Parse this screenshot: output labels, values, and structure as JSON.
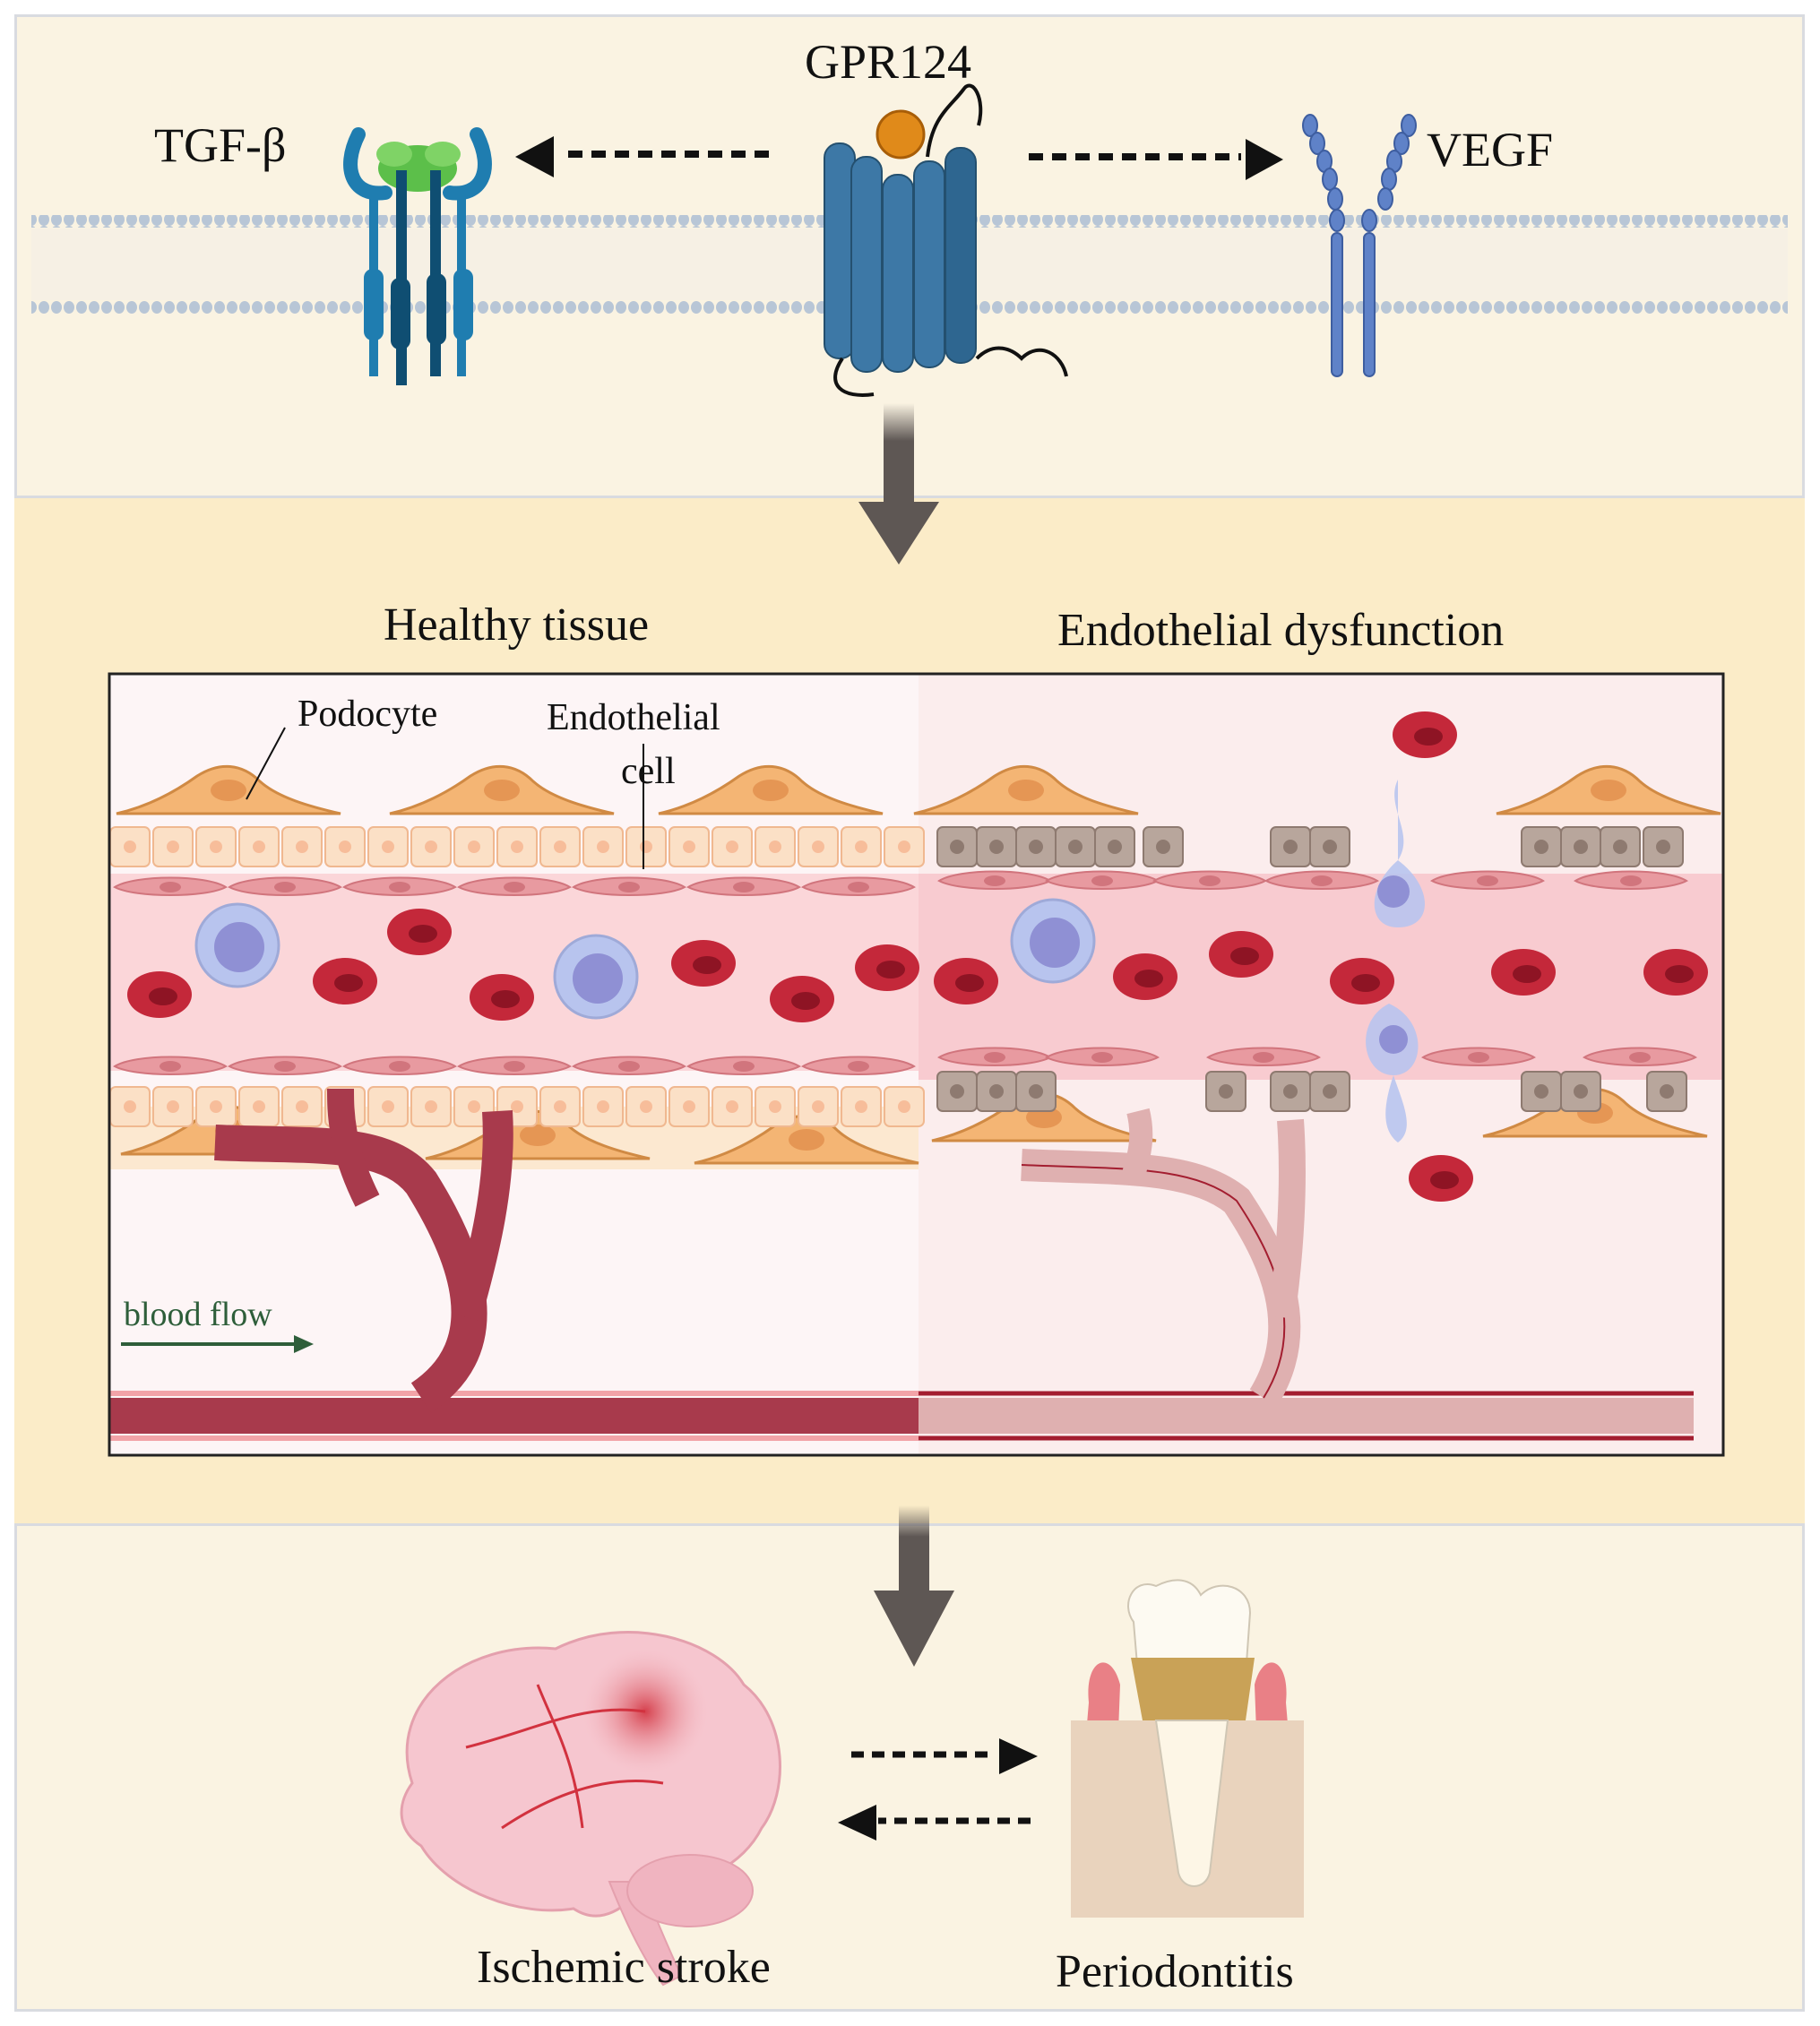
{
  "top_panel": {
    "receptor_center": "GPR124",
    "receptor_left": "TGF-β",
    "receptor_right": "VEGF"
  },
  "middle_panel": {
    "heading_left": "Healthy tissue",
    "heading_right": "Endothelial dysfunction",
    "label_podocyte": "Podocyte",
    "label_endothelial_line1": "Endothelial",
    "label_endothelial_line2": "cell",
    "label_blood_flow": "blood flow"
  },
  "bottom_panel": {
    "outcome_left": "Ischemic stroke",
    "outcome_right": "Periodontitis"
  },
  "colors": {
    "panel_light": "#faf3e2",
    "panel_mid": "#fbecc8",
    "receptor_blue": "#3d78a6",
    "tgf_green": "#5cbf4a",
    "ligand_orange": "#e08a1a",
    "vegf_blue": "#5f82c8",
    "rbc_red": "#c4283a",
    "vessel_red": "#a83a4c",
    "podocyte_orange": "#f4b574",
    "blood_flow_green": "#2e5e3a",
    "arrow_gray": "#5e5754"
  }
}
